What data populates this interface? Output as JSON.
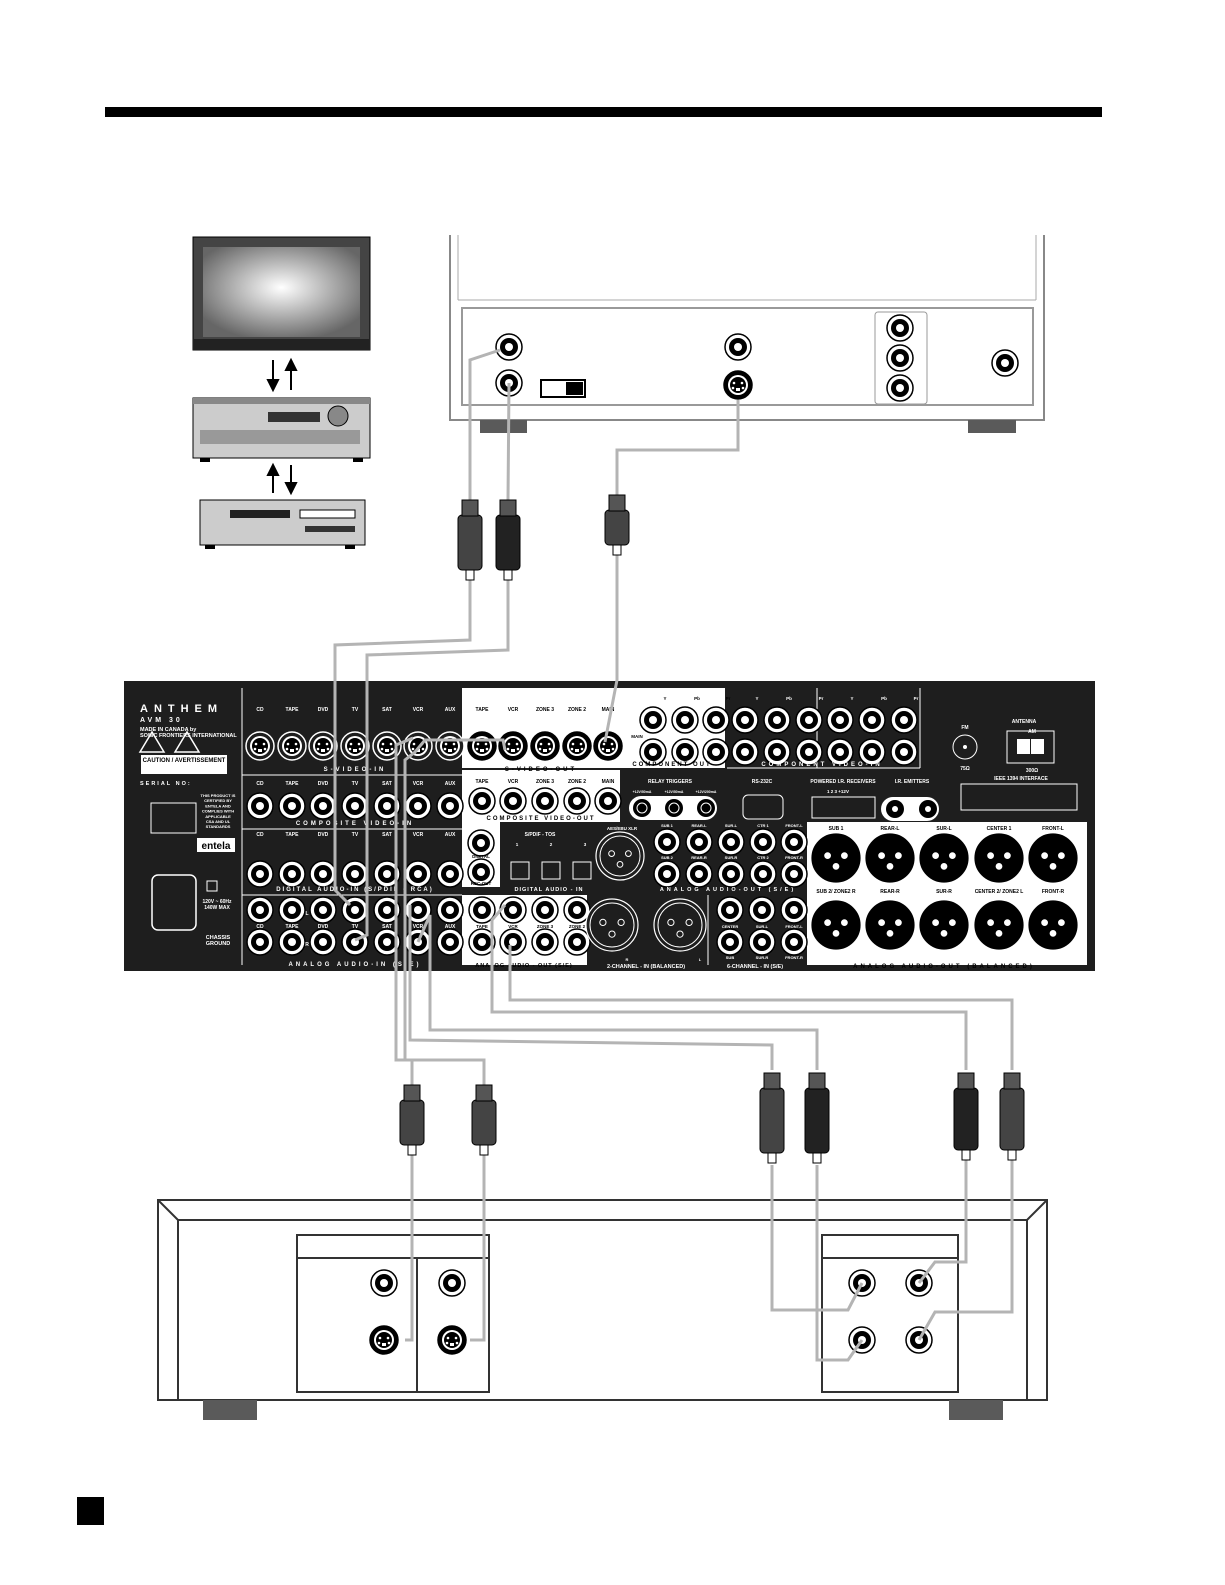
{
  "colors": {
    "panel": "#1e1e1e",
    "cable": "#b4b4b4",
    "plug": "#3a3a3a",
    "foot": "#5a5a5a"
  },
  "receiver": {
    "brand": "ANTHEM",
    "model": "AVM 30",
    "made_in": "MADE IN CANADA by",
    "maker": "SONIC FRONTIERS INTERNATIONAL",
    "caution": "CAUTION / AVERTISSEMENT",
    "serial": "SERIAL NO:",
    "cert": [
      "THIS PRODUCT IS",
      "CERTIFIED BY",
      "ENTELA AND",
      "COMPLIES WITH",
      "APPLICABLE",
      "CSA AND UL",
      "STANDARDS"
    ],
    "entela": "entela",
    "power": [
      "120V ~ 60Hz",
      "140W MAX"
    ],
    "chassis": [
      "CHASSIS",
      "GROUND"
    ],
    "input_labels": [
      "CD",
      "TAPE",
      "DVD",
      "TV",
      "SAT",
      "VCR",
      "AUX"
    ],
    "svideo_in": "S-VIDEO-IN",
    "composite_in": "COMPOSITE VIDEO-IN",
    "digital_in_rca": "DIGITAL AUDIO-IN (S/PDIF - RCA)",
    "analog_in": "ANALOG AUDIO-IN (S/E)",
    "lr": [
      "L",
      "R"
    ],
    "out_labels": [
      "TAPE",
      "VCR",
      "ZONE 3",
      "ZONE 2",
      "MAIN"
    ],
    "svideo_out": "S-VIDEO-OUT",
    "composite_out": "COMPOSITE VIDEO-OUT",
    "digital": "DIGITAL",
    "rec_out": "REC-OUT",
    "spdif_tos": "S/PDIF - TOS",
    "tos_numbers": [
      "1",
      "2",
      "3"
    ],
    "digital_audio_in": "DIGITAL AUDIO - IN",
    "aes": "AES/EBU XLR",
    "analog_out_se_labels": [
      "TAPE",
      "VCR",
      "ZONE 3",
      "ZONE 2"
    ],
    "analog_out_se": "ANALOG AUDIO - OUT (S/E)",
    "ypbpr": [
      "Y",
      "Pb",
      "Pr"
    ],
    "main": "MAIN",
    "component_out": "COMPONENT-OUT",
    "component_in": "COMPONENT VIDEO-IN",
    "relay": "RELAY TRIGGERS",
    "relay_specs": [
      "+12V/50mA",
      "+12V/50mA",
      "+12V/200mA"
    ],
    "rs232": "RS-232C",
    "ir_receivers": "POWERED I.R. RECEIVERS",
    "ir_pins": "1   2   3  +12V",
    "ir_emitters": "I.R. EMITTERS",
    "antenna": "ANTENNA",
    "fm": "FM",
    "am": "AM",
    "fm_ohm": "75Ω",
    "am_ohm": "300Ω",
    "ieee": "IEEE 1394 INTERFACE",
    "analog_out_top": [
      "SUB 1",
      "REAR-L",
      "SUR-L",
      "CTR 1",
      "FRONT-L"
    ],
    "analog_out_bottom": [
      "SUB 2",
      "REAR-R",
      "SUR-R",
      "CTR 2",
      "FRONT-R"
    ],
    "analog_audio_out": "ANALOG AUDIO-OUT (S/E)",
    "two_ch": "2-CHANNEL - IN (BALANCED)",
    "two_ch_rl": [
      "R",
      "L"
    ],
    "six_ch_top": [
      "CENTER",
      "SUR-L",
      "FRONT-L"
    ],
    "six_ch_bottom": [
      "SUB",
      "SUR-R",
      "FRONT-R"
    ],
    "six_ch": "6-CHANNEL - IN (S/E)",
    "bal_top": [
      "SUB 1",
      "REAR-L",
      "SUR-L",
      "CENTER 1",
      "FRONT-L"
    ],
    "bal_bottom": [
      "SUB 2/ ZONE2 R",
      "REAR-R",
      "SUR-R",
      "CENTER 2/ ZONE2 L",
      "FRONT-R"
    ],
    "balanced_out": "ANALOG AUDIO-OUT (BALANCED)"
  }
}
